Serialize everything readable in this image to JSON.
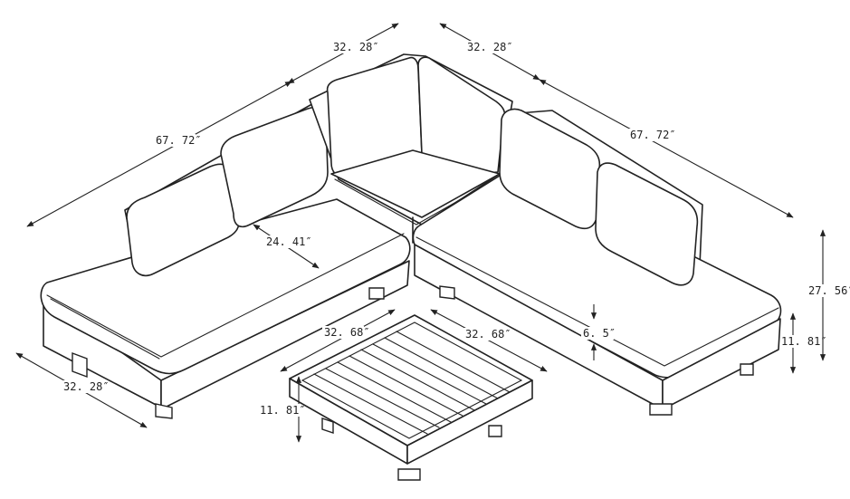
{
  "dimensions": {
    "top_left_width": "32. 28″",
    "top_right_width": "32. 28″",
    "left_length": "67. 72″",
    "right_length": "67. 72″",
    "seat_depth": "24. 41″",
    "table_width_left": "32. 68″",
    "table_width_right": "32. 68″",
    "cushion_thickness": "6. 5″",
    "overall_height": "27. 56″",
    "seat_height": "11. 81″",
    "module_depth": "32. 28″",
    "table_height": "11. 81″"
  }
}
